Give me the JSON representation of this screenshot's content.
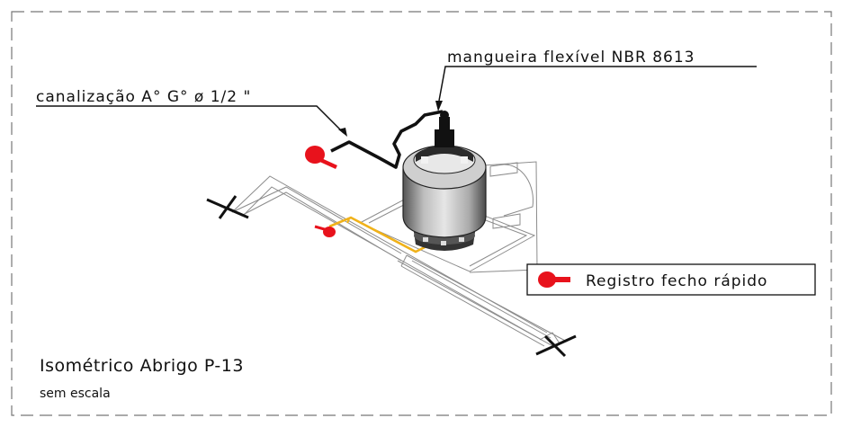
{
  "labels": {
    "pipe": "canalização A° G° ø 1/2 \"",
    "hose": "mangueira flexível NBR 8613"
  },
  "title": {
    "main": "Isométrico Abrigo P-13",
    "sub": "sem escala"
  },
  "legend": {
    "valve": "Registro fecho rápido"
  },
  "colors": {
    "valve": "#e8121c",
    "gas_line": "#f0b21a",
    "outline": "#8c8c8c",
    "border": "#777777",
    "ink": "#111111"
  }
}
